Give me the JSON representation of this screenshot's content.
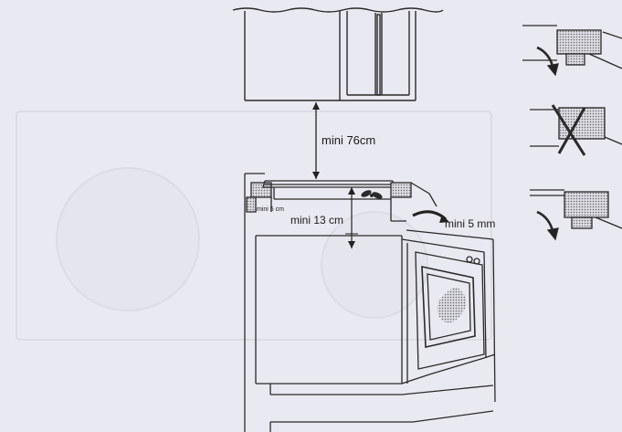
{
  "diagram": {
    "labels": {
      "clearance_above": "mini  76cm",
      "clearance_side": "mini 13 cm",
      "clearance_worktop": "mini 5 cm",
      "clearance_gap": "mini 5 mm"
    },
    "colors": {
      "paper": "#e9e9f1",
      "ink": "#2a2a2a",
      "stipple": "#9a9a9a"
    }
  }
}
